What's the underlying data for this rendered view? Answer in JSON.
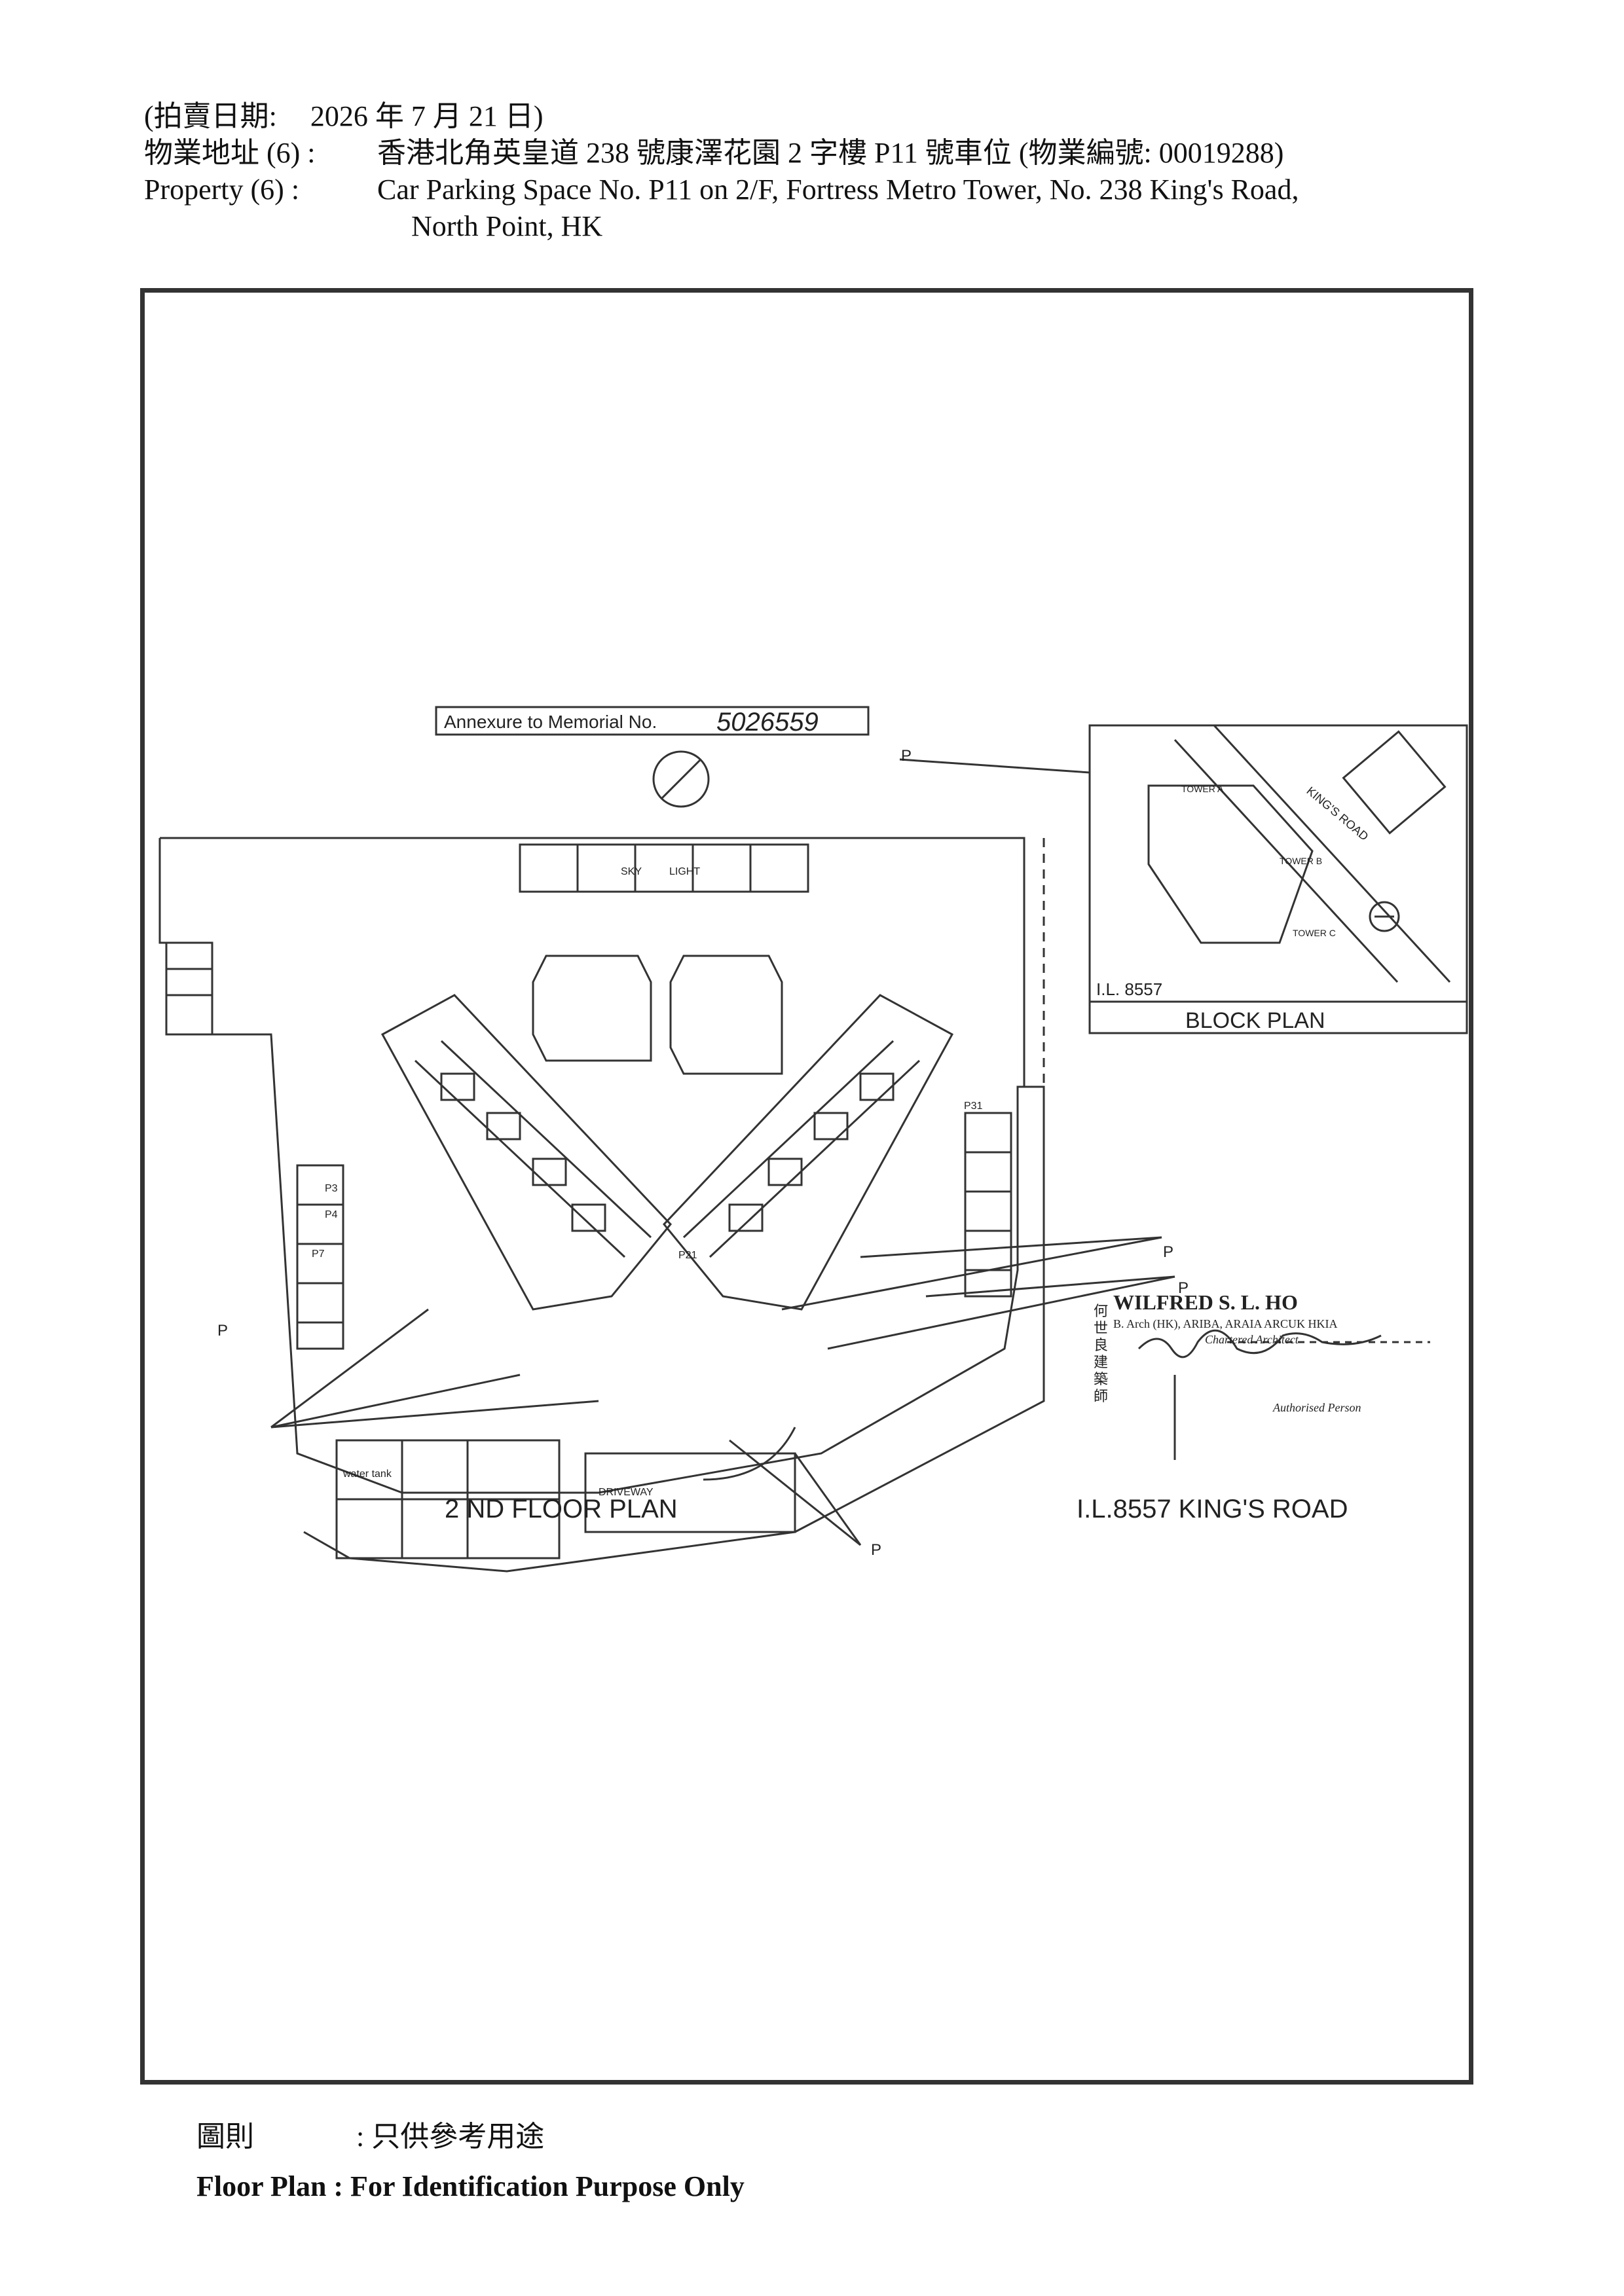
{
  "header": {
    "auction_date_label": "(拍賣日期:",
    "auction_date_value": "2026 年 7 月 21 日)",
    "address_zh_label": "物業地址 (6) :",
    "address_zh_value": "香港北角英皇道 238 號康澤花園 2 字樓 P11 號車位 (物業編號: 00019288)",
    "property_en_label": "Property (6) :",
    "property_en_value_line1": "Car Parking Space No. P11 on 2/F, Fortress Metro Tower, No. 238 King's Road,",
    "property_en_value_line2": "North Point, HK"
  },
  "plan": {
    "annexure_label": "Annexure to Memorial No.",
    "annexure_number": "5026559",
    "skylight_left": "SKY",
    "skylight_right": "LIGHT",
    "floor_plan_title": "2 ND FLOOR PLAN",
    "lot_road_caption": "I.L.8557 KING'S ROAD",
    "block_plan_title": "BLOCK PLAN",
    "block_plan_lot": "I.L. 8557",
    "block_plan_road": "KING'S ROAD",
    "block_plan_towers": [
      "TOWER A",
      "TOWER B",
      "TOWER C"
    ],
    "parking_labels": [
      "P3",
      "P4",
      "P7",
      "P21",
      "P31"
    ],
    "pointer_label": "P",
    "room_labels": [
      "water tank",
      "DRIVEWAY"
    ]
  },
  "architect": {
    "name": "WILFRED S. L. HO",
    "chinese_name": [
      "何",
      "世",
      "良",
      "建",
      "築",
      "師"
    ],
    "credentials": "B. Arch (HK), ARIBA, ARAIA ARCUK HKIA",
    "title": "Chartered Architect",
    "role": "Authorised Person"
  },
  "footer": {
    "note_zh_label": "圖則",
    "note_zh_value": ": 只供參考用途",
    "note_en": "Floor Plan : For Identification Purpose Only"
  }
}
